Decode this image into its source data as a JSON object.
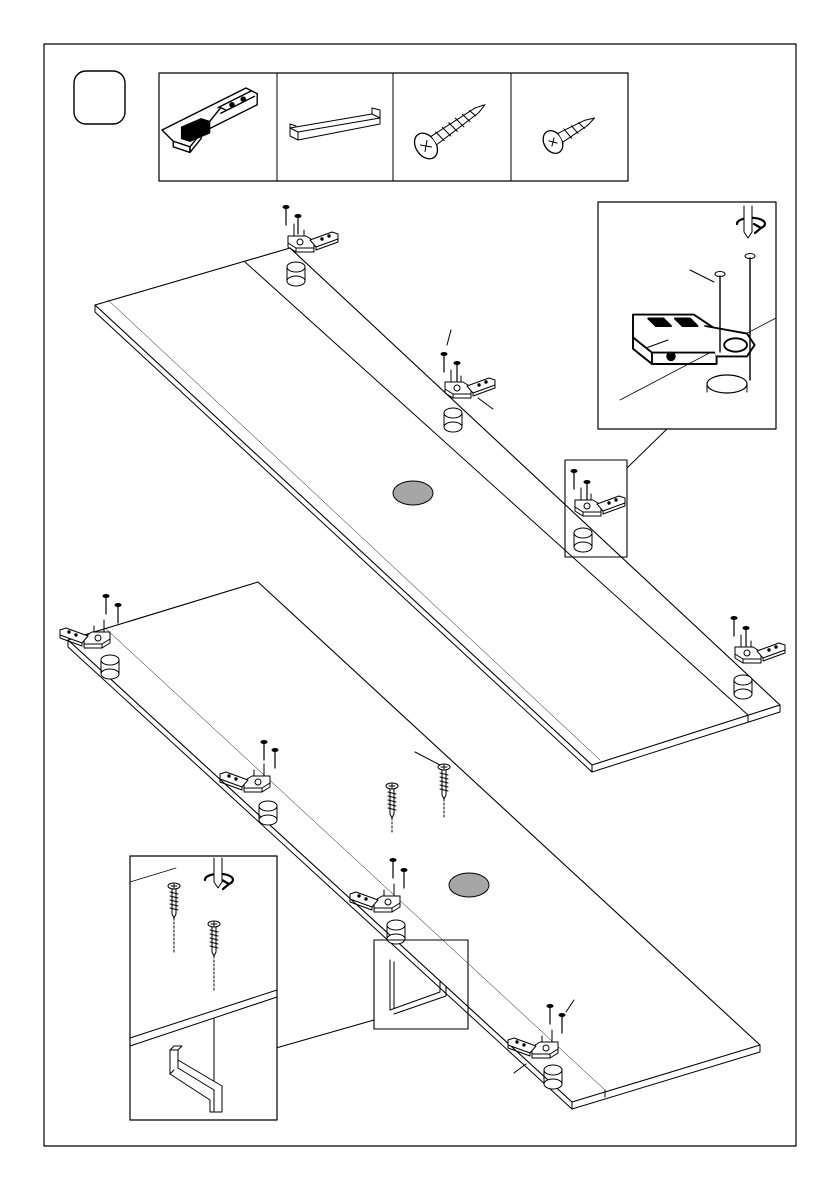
{
  "page": {
    "background": "#ffffff",
    "ink": "#000000",
    "marker_fill": "#a6a6a6"
  },
  "step": {
    "number_badge": "",
    "badge_shape": "rounded-square"
  },
  "parts_box": {
    "items": [
      {
        "name": "hinge-part",
        "icon": "concealed-hinge-icon"
      },
      {
        "name": "handle-part",
        "icon": "bar-handle-icon"
      },
      {
        "name": "long-screw-part",
        "icon": "long-screw-icon"
      },
      {
        "name": "short-screw-part",
        "icon": "short-screw-icon"
      }
    ]
  },
  "panels": [
    {
      "name": "upper-door-panel",
      "hinges": 4,
      "marker": "grey-circle"
    },
    {
      "name": "lower-door-panel",
      "hinges": 4,
      "marker": "grey-circle",
      "handle": true
    }
  ],
  "callouts": [
    {
      "name": "hinge-detail-callout",
      "icons": [
        "screwdriver-rotate-icon",
        "hinge-icon",
        "screw-icon"
      ]
    },
    {
      "name": "handle-detail-callout",
      "icons": [
        "screwdriver-rotate-icon",
        "screw-icon",
        "handle-icon"
      ]
    }
  ]
}
